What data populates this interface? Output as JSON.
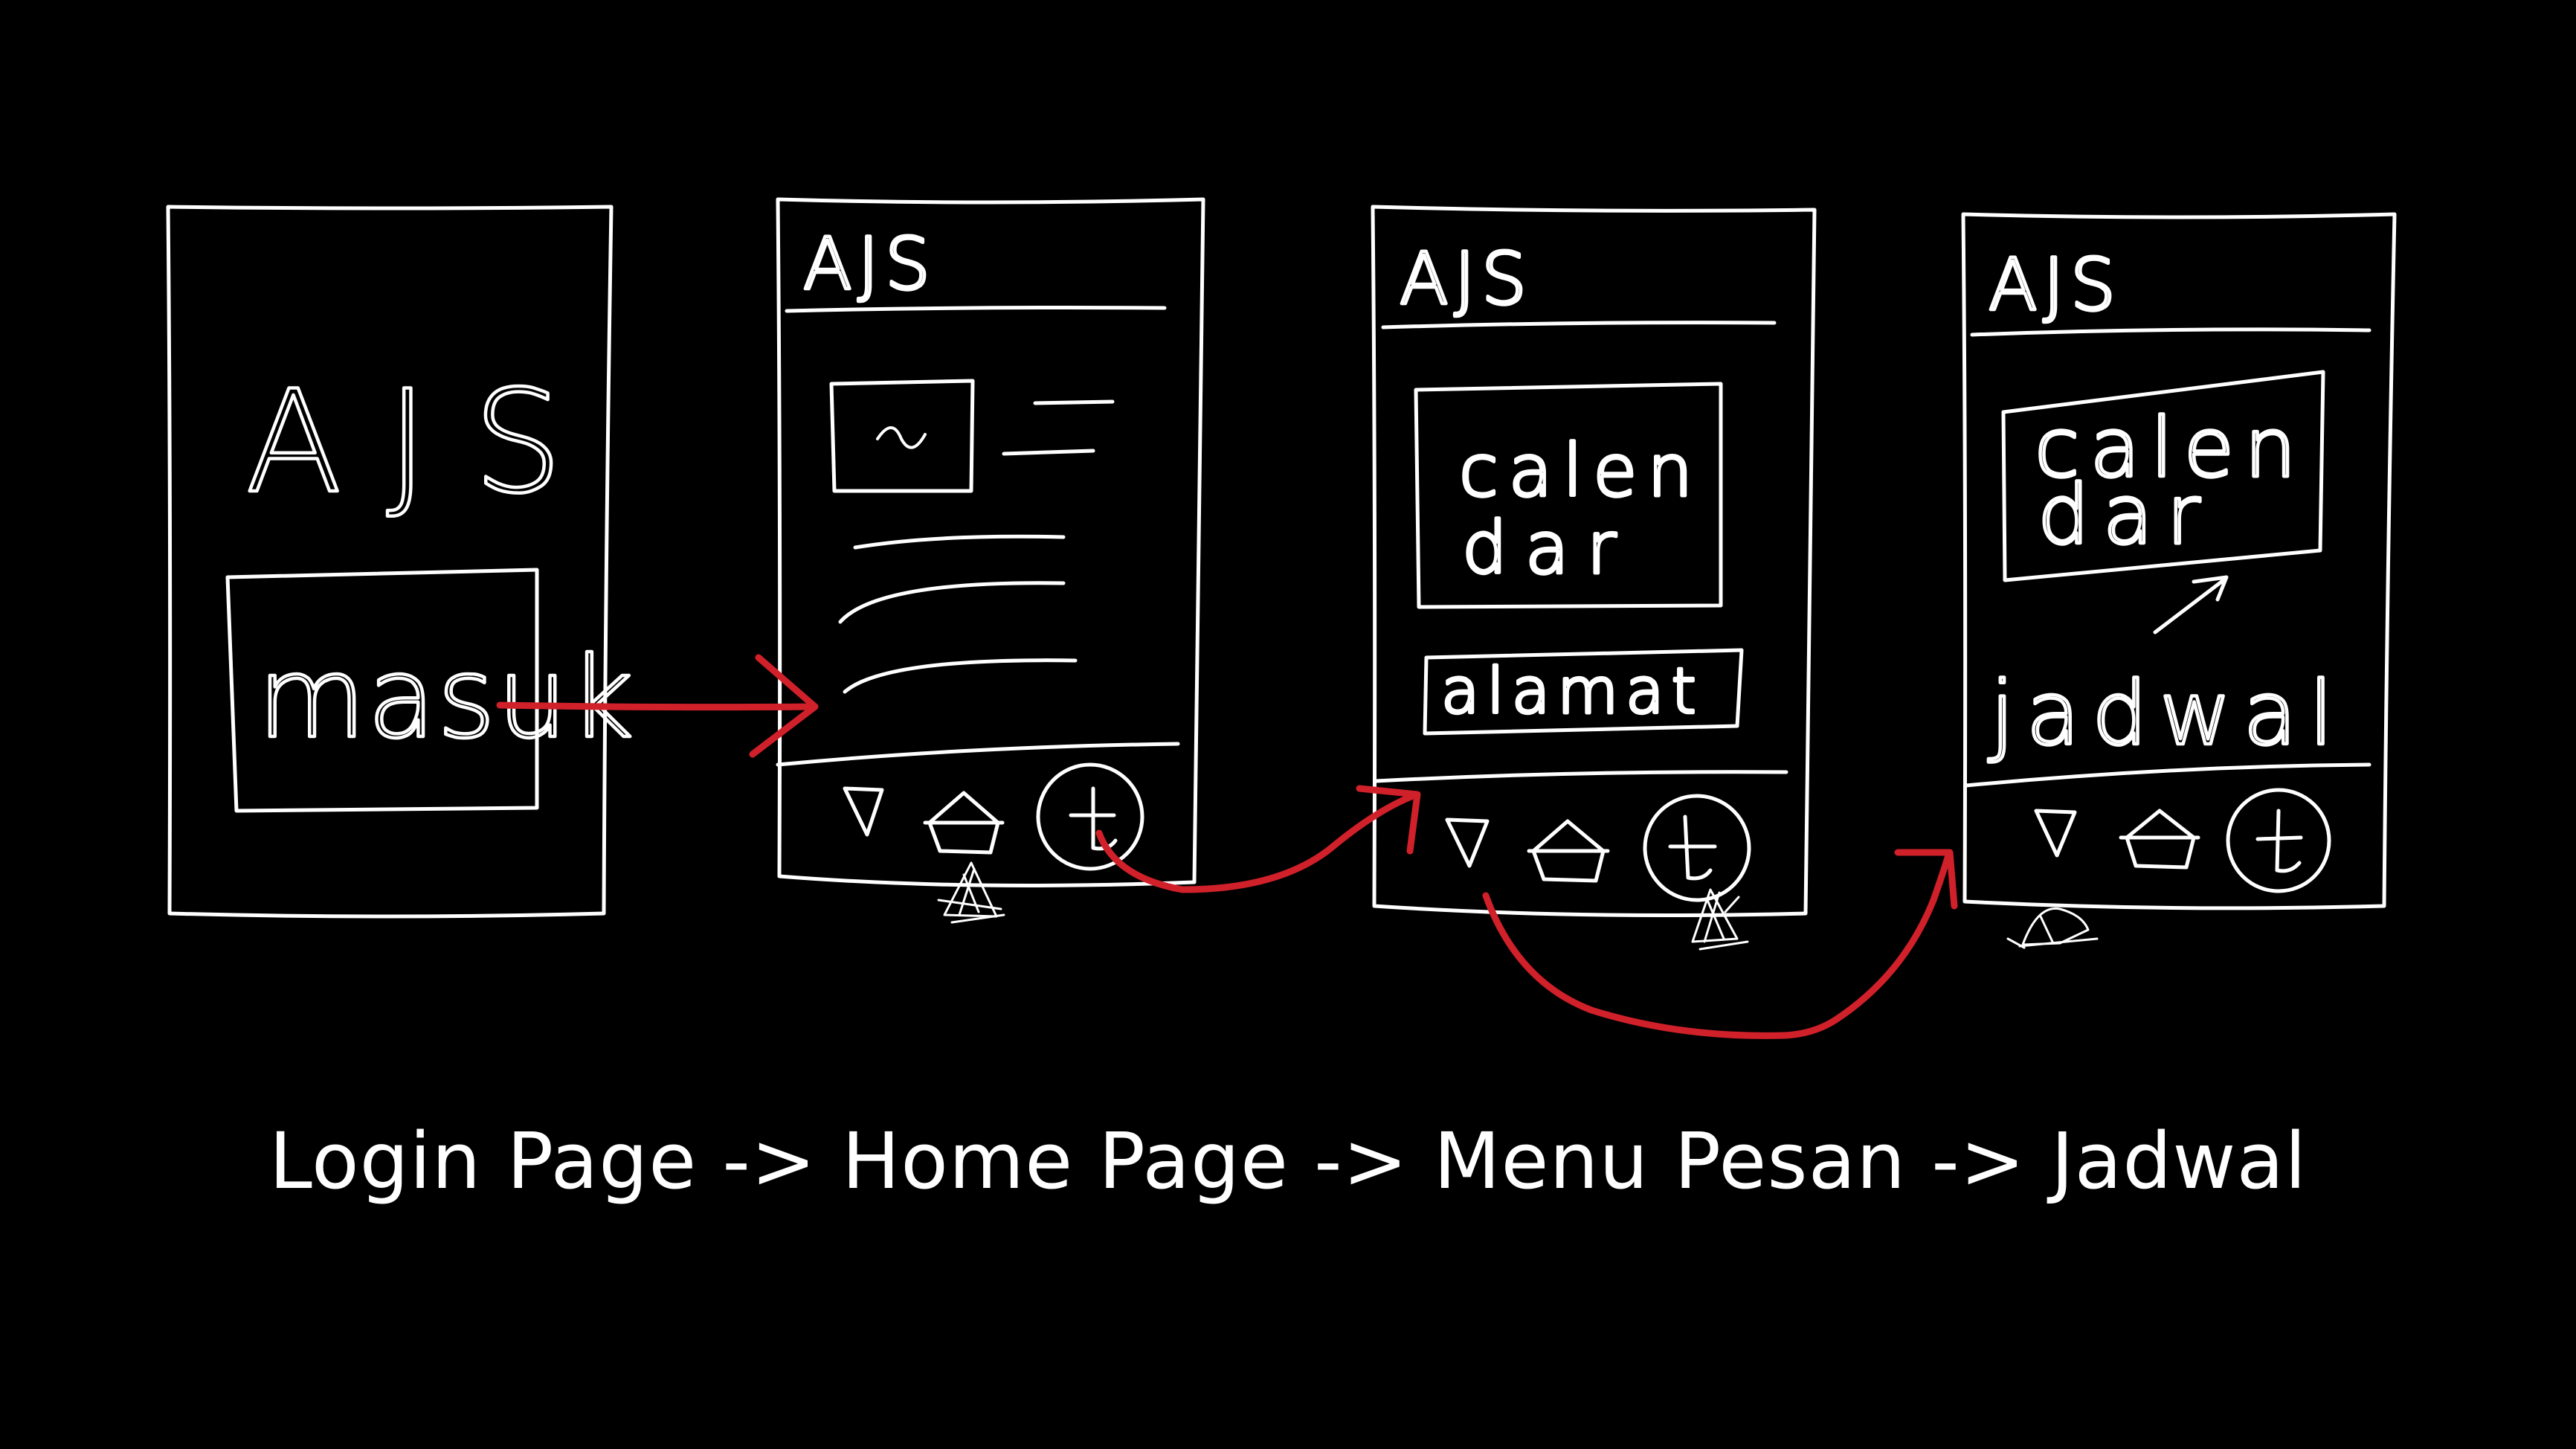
{
  "caption": "Login Page -> Home Page -> Menu Pesan -> Jadwal",
  "colors": {
    "background": "#000000",
    "sketch": "#ffffff",
    "arrow": "#d0202a"
  },
  "screens": {
    "login": {
      "logo": "AJS",
      "button": "masuk"
    },
    "home": {
      "title": "AJS",
      "nav": [
        "pin-icon",
        "home-icon",
        "ticket-icon"
      ]
    },
    "pesan": {
      "title": "AJS",
      "calendar_line1": "calen",
      "calendar_line2": "dar",
      "address": "alamat",
      "nav": [
        "pin-icon",
        "home-icon",
        "ticket-icon"
      ]
    },
    "jadwal": {
      "title": "AJS",
      "calendar_line1": "calen",
      "calendar_line2": "dar",
      "schedule": "jadwal",
      "nav": [
        "pin-icon",
        "home-icon",
        "ticket-icon"
      ]
    }
  }
}
